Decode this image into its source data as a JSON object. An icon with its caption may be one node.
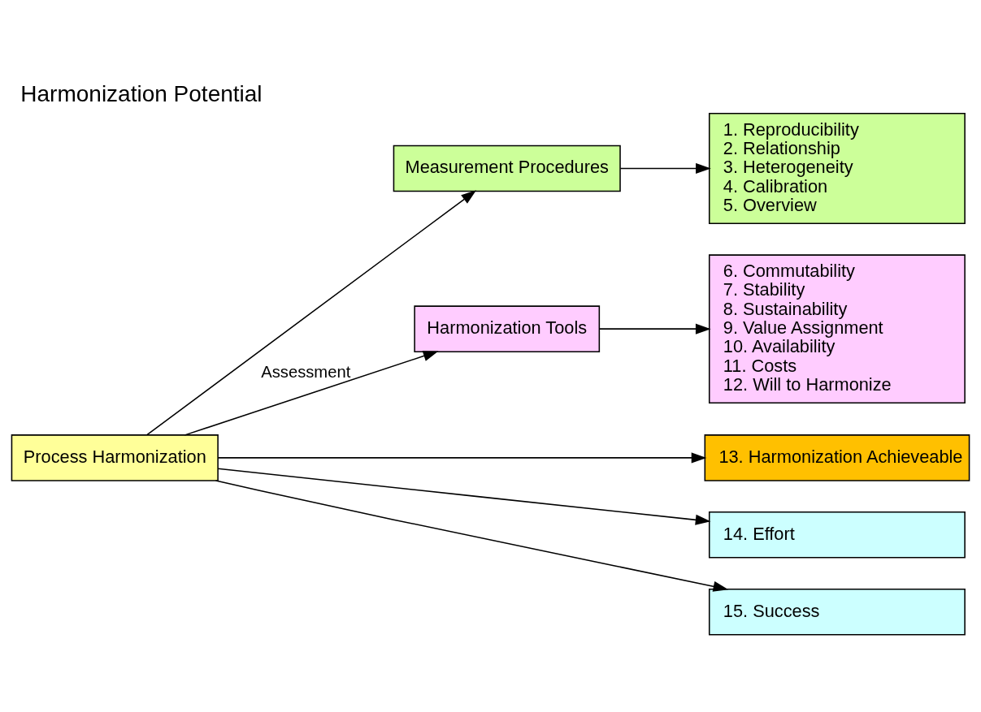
{
  "diagram": {
    "title": "Harmonization Potential",
    "nodes": [
      {
        "text": [
          "Process Harmonization"
        ]
      },
      {
        "text": [
          "Measurement Procedures"
        ]
      },
      {
        "text": [
          "Harmonization Tools"
        ]
      },
      {
        "text": [
          "1. Reproducibility",
          "2. Relationship",
          "3. Heterogeneity",
          "4. Calibration",
          "5. Overview"
        ]
      },
      {
        "text": [
          "6. Commutability",
          "7. Stability",
          "8. Sustainability",
          "9. Value Assignment",
          "10. Availability",
          "11. Costs",
          "12. Will to Harmonize"
        ]
      },
      {
        "text": [
          "13. Harmonization Achieveable"
        ]
      },
      {
        "text": [
          "14. Effort"
        ]
      },
      {
        "text": [
          "15. Success"
        ]
      }
    ],
    "edges": [
      {
        "from": 0,
        "to": 1,
        "arrow": "to"
      },
      {
        "from": 0,
        "to": 2,
        "arrow": "to",
        "label": "Assessment"
      },
      {
        "from": 0,
        "to": 5,
        "arrow": "to"
      },
      {
        "from": 0,
        "to": 6,
        "arrow": "to"
      },
      {
        "from": 0,
        "to": 7,
        "arrow": "to"
      },
      {
        "from": 1,
        "to": 3,
        "arrow": "to"
      },
      {
        "from": 2,
        "to": 4,
        "arrow": "to"
      }
    ]
  }
}
